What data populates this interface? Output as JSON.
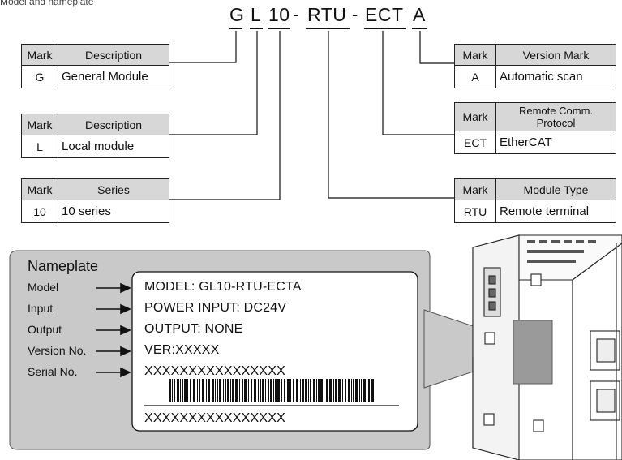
{
  "top_caption": "Model and nameplate",
  "model": {
    "parts": [
      "G",
      "L",
      "10",
      "RTU",
      "ECT",
      "A"
    ],
    "separator": "-"
  },
  "tables": {
    "general": {
      "headers": [
        "Mark",
        "Description"
      ],
      "rows": [
        [
          "G",
          "General Module"
        ]
      ]
    },
    "local": {
      "headers": [
        "Mark",
        "Description"
      ],
      "rows": [
        [
          "L",
          "Local module"
        ]
      ]
    },
    "series": {
      "headers": [
        "Mark",
        "Series"
      ],
      "rows": [
        [
          "10",
          "10 series"
        ]
      ]
    },
    "version": {
      "headers": [
        "Mark",
        "Version Mark"
      ],
      "rows": [
        [
          "A",
          "Automatic scan"
        ]
      ]
    },
    "protocol": {
      "headers": [
        "Mark",
        "Remote Comm. Protocol"
      ],
      "rows": [
        [
          "ECT",
          "EtherCAT"
        ]
      ]
    },
    "type": {
      "headers": [
        "Mark",
        "Module Type"
      ],
      "rows": [
        [
          "RTU",
          "Remote terminal"
        ]
      ]
    }
  },
  "nameplate": {
    "title": "Nameplate",
    "labels": [
      "Model",
      "Input",
      "Output",
      "Version No.",
      "Serial No."
    ],
    "lines": [
      "MODEL:  GL10-RTU-ECTA",
      "POWER INPUT:  DC24V",
      "OUTPUT:  NONE",
      "VER:XXXXX",
      "XXXXXXXXXXXXXXXX"
    ],
    "serial_bottom": "XXXXXXXXXXXXXXXX"
  },
  "colors": {
    "panel_fill": "#c9c9c9",
    "header_fill": "#d7d7d7",
    "line": "#111111"
  }
}
